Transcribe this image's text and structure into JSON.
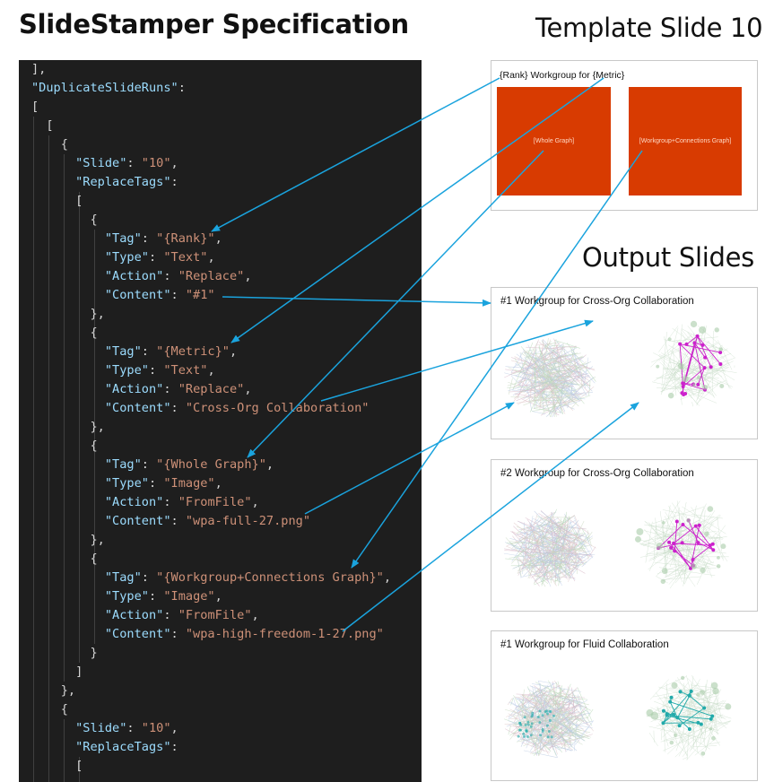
{
  "title": "SlideStamper Specification",
  "template_heading": "Template Slide 10",
  "output_heading": "Output Slides",
  "template_slide": {
    "title": "{Rank} Workgroup for {Metric}",
    "placeholders": [
      "[Whole Graph]",
      "[Workgroup+Connections Graph]"
    ]
  },
  "output_slides": [
    {
      "title": "#1 Workgroup for Cross-Org Collaboration",
      "graph_color": "#cc22cc"
    },
    {
      "title": "#2 Workgroup for Cross-Org Collaboration",
      "graph_color": "#cc22cc"
    },
    {
      "title": "#1 Workgroup for Fluid Collaboration",
      "graph_color": "#22aaaa"
    }
  ],
  "colors": {
    "arrow": "#1aa3dd",
    "placeholder": "#d83b01",
    "code_bg": "#1e1e1e",
    "key": "#9cdcfe",
    "string": "#ce9178"
  },
  "code_lines": [
    [
      [
        "p",
        "],"
      ]
    ],
    [
      [
        "k",
        "\"DuplicateSlideRuns\""
      ],
      [
        "p",
        ":"
      ]
    ],
    [
      [
        "p",
        "["
      ]
    ],
    [
      [
        "p",
        "  ["
      ]
    ],
    [
      [
        "p",
        "    {"
      ]
    ],
    [
      [
        "k",
        "      \"Slide\""
      ],
      [
        "p",
        ": "
      ],
      [
        "s",
        "\"10\""
      ],
      [
        "p",
        ","
      ]
    ],
    [
      [
        "k",
        "      \"ReplaceTags\""
      ],
      [
        "p",
        ":"
      ]
    ],
    [
      [
        "p",
        "      ["
      ]
    ],
    [
      [
        "p",
        "        {"
      ]
    ],
    [
      [
        "k",
        "          \"Tag\""
      ],
      [
        "p",
        ": "
      ],
      [
        "s",
        "\"{Rank}\""
      ],
      [
        "p",
        ","
      ]
    ],
    [
      [
        "k",
        "          \"Type\""
      ],
      [
        "p",
        ": "
      ],
      [
        "s",
        "\"Text\""
      ],
      [
        "p",
        ","
      ]
    ],
    [
      [
        "k",
        "          \"Action\""
      ],
      [
        "p",
        ": "
      ],
      [
        "s",
        "\"Replace\""
      ],
      [
        "p",
        ","
      ]
    ],
    [
      [
        "k",
        "          \"Content\""
      ],
      [
        "p",
        ": "
      ],
      [
        "s",
        "\"#1\""
      ]
    ],
    [
      [
        "p",
        "        },"
      ]
    ],
    [
      [
        "p",
        "        {"
      ]
    ],
    [
      [
        "k",
        "          \"Tag\""
      ],
      [
        "p",
        ": "
      ],
      [
        "s",
        "\"{Metric}\""
      ],
      [
        "p",
        ","
      ]
    ],
    [
      [
        "k",
        "          \"Type\""
      ],
      [
        "p",
        ": "
      ],
      [
        "s",
        "\"Text\""
      ],
      [
        "p",
        ","
      ]
    ],
    [
      [
        "k",
        "          \"Action\""
      ],
      [
        "p",
        ": "
      ],
      [
        "s",
        "\"Replace\""
      ],
      [
        "p",
        ","
      ]
    ],
    [
      [
        "k",
        "          \"Content\""
      ],
      [
        "p",
        ": "
      ],
      [
        "s",
        "\"Cross-Org Collaboration\""
      ]
    ],
    [
      [
        "p",
        "        },"
      ]
    ],
    [
      [
        "p",
        "        {"
      ]
    ],
    [
      [
        "k",
        "          \"Tag\""
      ],
      [
        "p",
        ": "
      ],
      [
        "s",
        "\"{Whole Graph}\""
      ],
      [
        "p",
        ","
      ]
    ],
    [
      [
        "k",
        "          \"Type\""
      ],
      [
        "p",
        ": "
      ],
      [
        "s",
        "\"Image\""
      ],
      [
        "p",
        ","
      ]
    ],
    [
      [
        "k",
        "          \"Action\""
      ],
      [
        "p",
        ": "
      ],
      [
        "s",
        "\"FromFile\""
      ],
      [
        "p",
        ","
      ]
    ],
    [
      [
        "k",
        "          \"Content\""
      ],
      [
        "p",
        ": "
      ],
      [
        "s",
        "\"wpa-full-27.png\""
      ]
    ],
    [
      [
        "p",
        "        },"
      ]
    ],
    [
      [
        "p",
        "        {"
      ]
    ],
    [
      [
        "k",
        "          \"Tag\""
      ],
      [
        "p",
        ": "
      ],
      [
        "s",
        "\"{Workgroup+Connections Graph}\""
      ],
      [
        "p",
        ","
      ]
    ],
    [
      [
        "k",
        "          \"Type\""
      ],
      [
        "p",
        ": "
      ],
      [
        "s",
        "\"Image\""
      ],
      [
        "p",
        ","
      ]
    ],
    [
      [
        "k",
        "          \"Action\""
      ],
      [
        "p",
        ": "
      ],
      [
        "s",
        "\"FromFile\""
      ],
      [
        "p",
        ","
      ]
    ],
    [
      [
        "k",
        "          \"Content\""
      ],
      [
        "p",
        ": "
      ],
      [
        "s",
        "\"wpa-high-freedom-1-27.png\""
      ]
    ],
    [
      [
        "p",
        "        }"
      ]
    ],
    [
      [
        "p",
        "      ]"
      ]
    ],
    [
      [
        "p",
        "    },"
      ]
    ],
    [
      [
        "p",
        "    {"
      ]
    ],
    [
      [
        "k",
        "      \"Slide\""
      ],
      [
        "p",
        ": "
      ],
      [
        "s",
        "\"10\""
      ],
      [
        "p",
        ","
      ]
    ],
    [
      [
        "k",
        "      \"ReplaceTags\""
      ],
      [
        "p",
        ":"
      ]
    ],
    [
      [
        "p",
        "      ["
      ]
    ]
  ]
}
